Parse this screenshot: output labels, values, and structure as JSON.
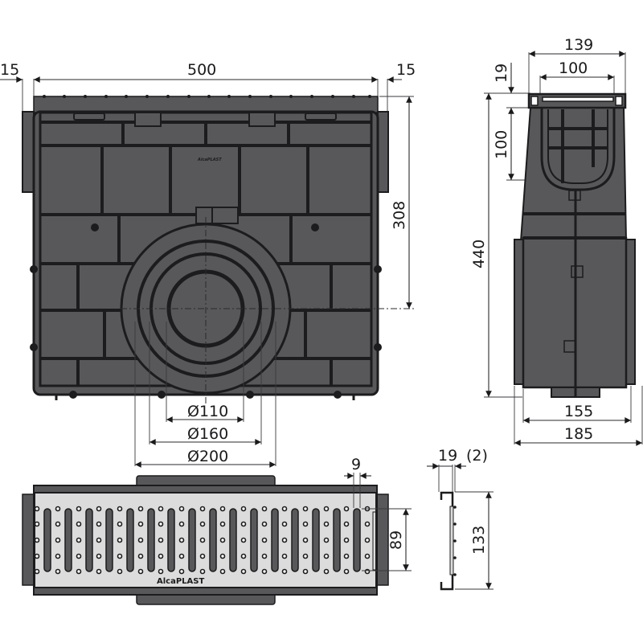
{
  "drawing": {
    "brand": "AlcaPLAST",
    "front_view": {
      "dimensions": {
        "left_flange": "15",
        "width": "500",
        "right_flange": "15",
        "outlet_height": "308",
        "outlet_d1": "Ø110",
        "outlet_d2": "Ø160",
        "outlet_d3": "Ø200"
      },
      "logo": "AlcaPLAST"
    },
    "side_view": {
      "dimensions": {
        "top_width": "139",
        "inner_width": "100",
        "grate_thickness": "19",
        "basket_depth": "100",
        "total_height": "440",
        "bottom_inner_width": "155",
        "bottom_outer_width": "185"
      }
    },
    "grate_plan_view": {
      "dimensions": {
        "slot_pitch": "9",
        "slot_length": "89"
      },
      "logo": "AlcaPLAST",
      "slot_count": 16,
      "hole_rows": 5
    },
    "grate_section_view": {
      "dimensions": {
        "thickness": "19",
        "offset": "(2)",
        "height": "133"
      }
    }
  },
  "colors": {
    "body": "#58585a",
    "outline": "#1c1c1e",
    "grate": "#dcdcdc",
    "background": "#ffffff"
  }
}
